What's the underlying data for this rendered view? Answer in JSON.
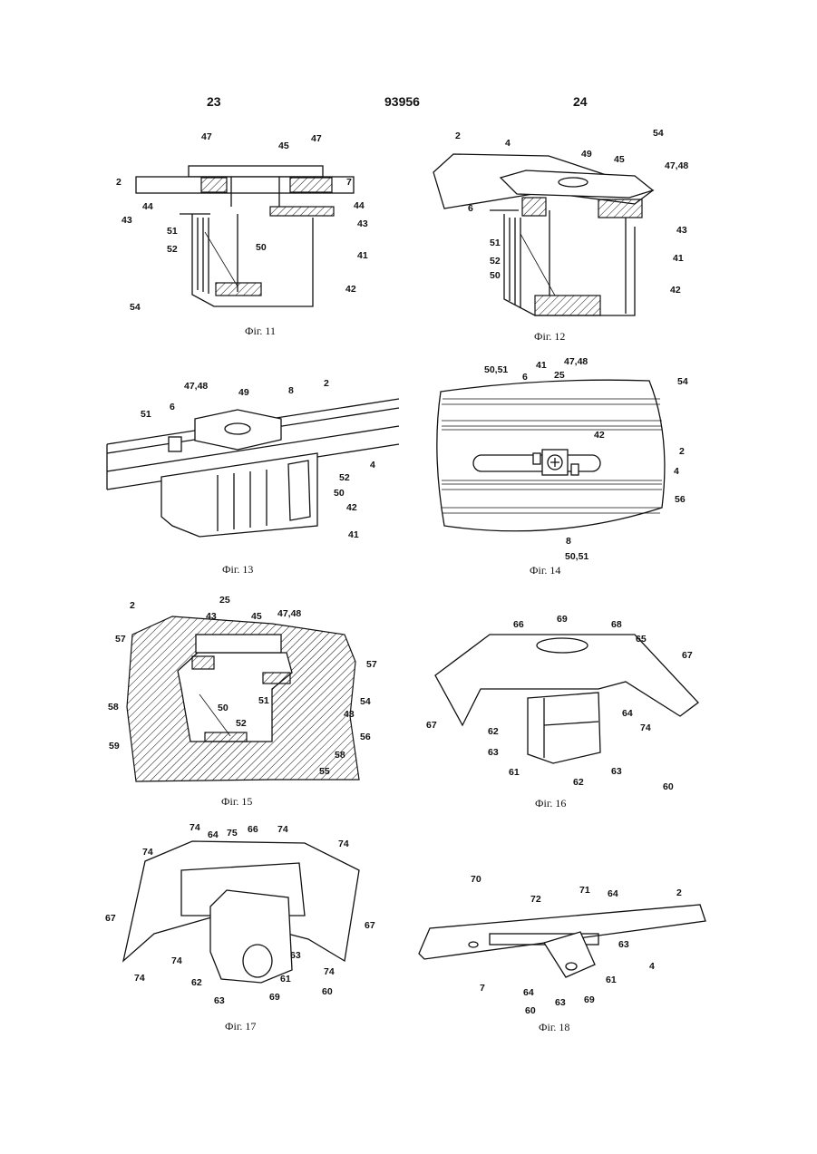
{
  "header": {
    "left_page": "23",
    "doc_number": "93956",
    "right_page": "24"
  },
  "captions": {
    "fig11": "Фiг. 11",
    "fig12": "Фiг. 12",
    "fig13": "Фiг. 13",
    "fig14": "Фiг. 14",
    "fig15": "Фiг. 15",
    "fig16": "Фiг. 16",
    "fig17": "Фiг. 17",
    "fig18": "Фiг. 18"
  },
  "labels": {
    "fig11": [
      "47",
      "45",
      "47",
      "2",
      "7",
      "44",
      "44",
      "43",
      "43",
      "51",
      "52",
      "50",
      "41",
      "42",
      "54"
    ],
    "fig12": [
      "2",
      "4",
      "49",
      "54",
      "45",
      "47,48",
      "6",
      "43",
      "51",
      "52",
      "50",
      "41",
      "42"
    ],
    "fig13": [
      "47,48",
      "49",
      "2",
      "8",
      "6",
      "51",
      "4",
      "52",
      "50",
      "42",
      "41"
    ],
    "fig14": [
      "50,51",
      "6",
      "41",
      "25",
      "47,48",
      "54",
      "42",
      "2",
      "4",
      "56",
      "8",
      "50,51"
    ],
    "fig15": [
      "2",
      "25",
      "43",
      "45",
      "47,48",
      "57",
      "57",
      "58",
      "54",
      "59",
      "50",
      "51",
      "52",
      "43",
      "56",
      "58",
      "55"
    ],
    "fig16": [
      "66",
      "69",
      "68",
      "65",
      "67",
      "67",
      "64",
      "74",
      "62",
      "63",
      "61",
      "63",
      "62",
      "60"
    ],
    "fig17": [
      "74",
      "64",
      "75",
      "66",
      "74",
      "74",
      "74",
      "67",
      "67",
      "74",
      "74",
      "74",
      "62",
      "63",
      "63",
      "61",
      "69",
      "60"
    ],
    "fig18": [
      "70",
      "71",
      "64",
      "2",
      "72",
      "7",
      "64",
      "63",
      "4",
      "61",
      "60",
      "63",
      "69"
    ]
  }
}
